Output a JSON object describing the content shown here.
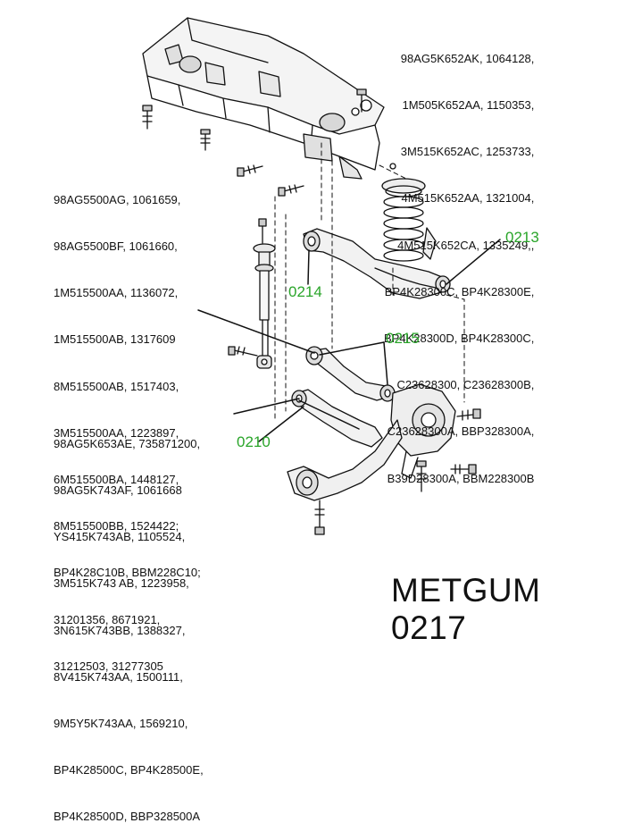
{
  "parts_top": [
    "98AG5K652AK, 1064128,",
    "1M505K652AA, 1150353,",
    "3M515K652AC, 1253733,",
    "4M515K652AA, 1321004,",
    "4M515K652CA, 1335249,,",
    "BP4K28300C, BP4K28300E,",
    "BP4K28300D, BP4K28300C,",
    "C23628300, C23628300B,",
    "C23628300A, BBP328300A,",
    "B39D28300A, BBM228300B"
  ],
  "parts_shock": [
    "98AG5500AG, 1061659,",
    "98AG5500BF, 1061660,",
    "1M515500AA, 1136072,",
    "1M515500AB, 1317609",
    "8M515500AB, 1517403,",
    "3M515500AA, 1223897,",
    "6M515500BA, 1448127,",
    "8M515500BB, 1524422;",
    "BP4K28C10B, BBM228C10;",
    "31201356, 8671921,",
    "31212503, 31277305"
  ],
  "parts_lower": [
    "98AG5K653AE, 735871200,",
    "98AG5K743AF, 1061668",
    "YS415K743AB, 1105524,",
    "3M515K743 AB, 1223958,",
    "3N615K743BB, 1388327,",
    "8V415K743AA, 1500111,",
    "9M5Y5K743AA, 1569210,",
    "BP4K28500C, BP4K28500E,",
    "BP4K28500D, BBP328500A"
  ],
  "callouts": {
    "c0213": "0213",
    "c0214": "0214",
    "c0215": "0215",
    "c0210": "0210"
  },
  "brand": "METGUM 0217",
  "colors": {
    "callout": "#2aa52a",
    "line": "#111111",
    "text": "#111111"
  }
}
